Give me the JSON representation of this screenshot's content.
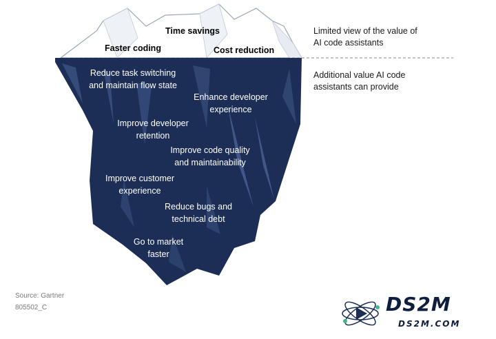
{
  "tip_labels": [
    "Time savings",
    "Faster coding",
    "Cost reduction"
  ],
  "underwater_labels": [
    [
      "Reduce task switching",
      "and maintain flow state"
    ],
    [
      "Enhance developer",
      "experience"
    ],
    [
      "Improve developer",
      "retention"
    ],
    [
      "Improve code quality",
      "and maintainability"
    ],
    [
      "Improve customer",
      "experience"
    ],
    [
      "Reduce bugs and",
      "technical debt"
    ],
    [
      "Go to market",
      "faster"
    ]
  ],
  "side_notes": {
    "above": [
      "Limited view of the value of",
      "AI code assistants"
    ],
    "below": [
      "Additional value AI code",
      "assistants can provide"
    ]
  },
  "footer": {
    "source": "Source: Gartner",
    "code": "805502_C"
  },
  "logo": {
    "main": "DS2M",
    "sub": "DS2M.COM"
  },
  "colors": {
    "iceberg_dark": "#1c2e55",
    "iceberg_light": "#3a5080",
    "tip_fill": "#ffffff",
    "tip_stroke": "#9aa6b8",
    "waterline": "#8a8a8a"
  }
}
